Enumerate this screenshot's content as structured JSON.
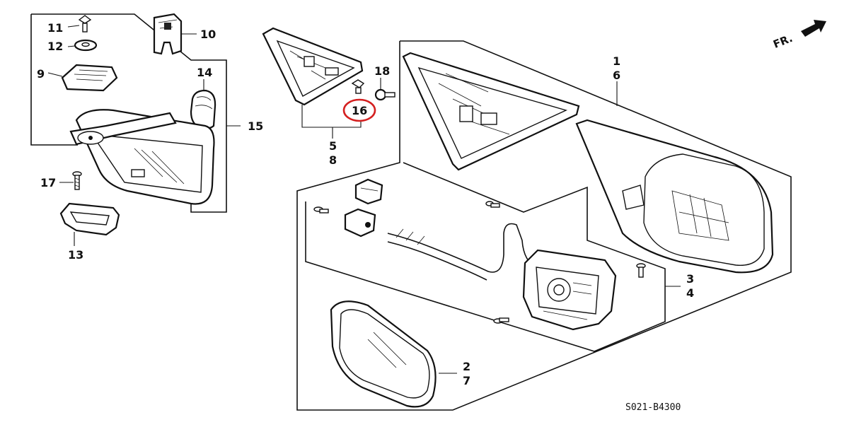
{
  "callouts": {
    "c11": "11",
    "c12": "12",
    "c9": "9",
    "c10": "10",
    "c14": "14",
    "c15": "15",
    "c17": "17",
    "c13": "13",
    "c18": "18",
    "c16": "16",
    "c5": "5",
    "c8": "8",
    "c1": "1",
    "c6": "6",
    "c3": "3",
    "c4": "4",
    "c2": "2",
    "c7": "7"
  },
  "direction_label": "FR.",
  "diagram_code": "S021-B4300",
  "highlight_color": "#d42020"
}
